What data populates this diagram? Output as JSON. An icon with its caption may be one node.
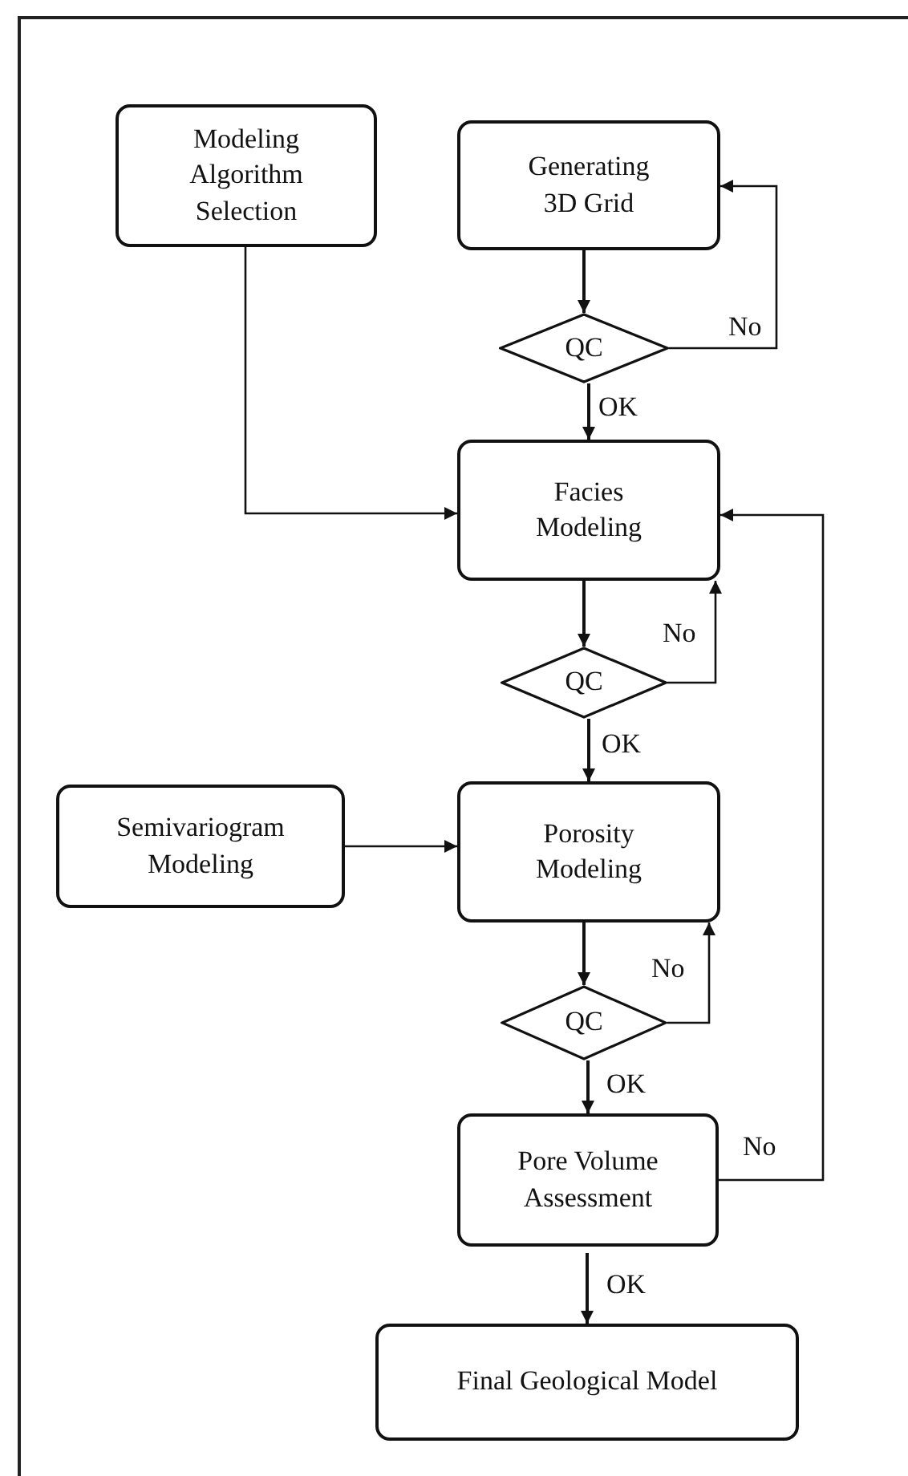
{
  "diagram": {
    "nodes": [
      {
        "text": [
          "Modeling Algorithm Selection"
        ]
      },
      {
        "text": [
          "Generating 3D Grid"
        ]
      },
      {
        "text": [
          "QC"
        ]
      },
      {
        "text": [
          "Facies Modeling"
        ]
      },
      {
        "text": [
          "QC"
        ]
      },
      {
        "text": [
          "Semivariogram Modeling"
        ]
      },
      {
        "text": [
          "Porosity Modeling"
        ]
      },
      {
        "text": [
          "QC"
        ]
      },
      {
        "text": [
          "Pore Volume Assessment"
        ]
      },
      {
        "text": [
          "Final Geological Model"
        ]
      }
    ],
    "edges": [
      {
        "from": 0,
        "to": 3,
        "arrow": "to"
      },
      {
        "from": 1,
        "to": 2,
        "arrow": "to"
      },
      {
        "from": 2,
        "to": 1,
        "arrow": "to",
        "label": "No"
      },
      {
        "from": 2,
        "to": 3,
        "arrow": "to",
        "label": "OK"
      },
      {
        "from": 3,
        "to": 4,
        "arrow": "to"
      },
      {
        "from": 4,
        "to": 3,
        "arrow": "to",
        "label": "No"
      },
      {
        "from": 4,
        "to": 6,
        "arrow": "to",
        "label": "OK"
      },
      {
        "from": 5,
        "to": 6,
        "arrow": "to"
      },
      {
        "from": 6,
        "to": 7,
        "arrow": "to"
      },
      {
        "from": 7,
        "to": 6,
        "arrow": "to",
        "label": "No"
      },
      {
        "from": 7,
        "to": 8,
        "arrow": "to",
        "label": "OK"
      },
      {
        "from": 8,
        "to": 3,
        "arrow": "to",
        "label": "No"
      },
      {
        "from": 8,
        "to": 9,
        "arrow": "to",
        "label": "OK"
      }
    ]
  }
}
